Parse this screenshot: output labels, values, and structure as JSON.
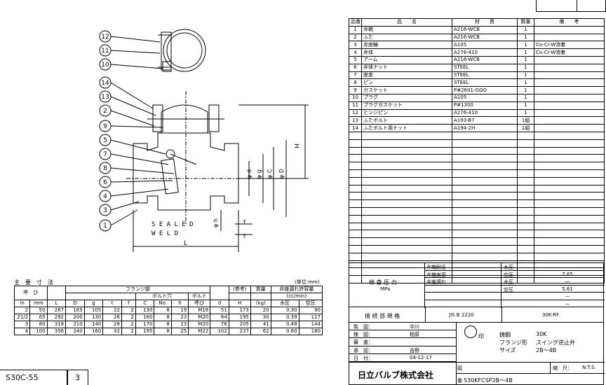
{
  "parts_table": {
    "headers": [
      "品番",
      "品　　名",
      "材　　質",
      "数量",
      "備　　考"
    ],
    "rows": [
      [
        "1",
        "弁箱",
        "A216-WCB",
        "1",
        ""
      ],
      [
        "2",
        "ふた",
        "A216-WCB",
        "1",
        ""
      ],
      [
        "3",
        "弁座輪",
        "A105",
        "1",
        "Co-Cr-W溶着"
      ],
      [
        "4",
        "弁体",
        "A276-410",
        "1",
        "Co-Cr-W溶着"
      ],
      [
        "5",
        "アーム",
        "A216-WCB",
        "1",
        ""
      ],
      [
        "6",
        "弁体ナット",
        "STEEL",
        "1",
        ""
      ],
      [
        "7",
        "座金",
        "STEEL",
        "1",
        ""
      ],
      [
        "8",
        "ピン",
        "STEEL",
        "1",
        ""
      ],
      [
        "9",
        "ガスケット",
        "P#2601-GGO",
        "1",
        ""
      ],
      [
        "10",
        "プラグ",
        "A105",
        "1",
        ""
      ],
      [
        "11",
        "プラグガスケット",
        "P#1300",
        "1",
        ""
      ],
      [
        "12",
        "ヒンジピン",
        "A276-410",
        "1",
        ""
      ],
      [
        "13",
        "ふたボルト",
        "A193-B7",
        "1組",
        ""
      ],
      [
        "14",
        "ふたボルト用ナット",
        "A194-2H",
        "1組",
        ""
      ]
    ],
    "empty_rows": 20
  },
  "inspection": {
    "label": "検 査 圧 力",
    "unit": "MPa",
    "rows": [
      {
        "item": "弁箱耐圧",
        "medium": "水圧",
        "value": ""
      },
      {
        "item": "弁箱気密",
        "medium": "空圧",
        "value": "7.65"
      },
      {
        "item": "弁座漏れ",
        "medium": "水圧",
        "value": "—"
      },
      {
        "item": "",
        "medium": "空圧",
        "value": "5.61"
      },
      {
        "item": "",
        "medium": "",
        "value": "—"
      },
      {
        "item": "",
        "medium": "",
        "value": "—"
      }
    ]
  },
  "connection": {
    "label": "接 続 部 規 格",
    "standard": "JIS B 2220",
    "value": "30K-RF"
  },
  "title_block": {
    "rows": [
      {
        "role": "製　図：",
        "name": "中川"
      },
      {
        "role": "検　図：",
        "name": "相原"
      },
      {
        "role": "審　査：",
        "name": ""
      },
      {
        "role": "承　認：",
        "name": "吉野"
      },
      {
        "role": "日　付：",
        "name": "04-12-17"
      }
    ],
    "mark": "印",
    "product": {
      "material": "鋳鋼",
      "rating": "30K",
      "type_label": "フランジ形",
      "type": "スイング逆止弁",
      "size_label": "サイズ",
      "size": "2B～4B"
    },
    "company": "日立バルブ株式会社",
    "drawing_label": "図",
    "number_label": "番",
    "drawing_number": "S30KFCSP2B～4B",
    "scale_label": "縮　尺：",
    "scale": "N.T.S."
  },
  "dimensions": {
    "title": "主　要　寸　法",
    "unit_note": "(単位:mm)",
    "group_flange": "フランジ部",
    "group_bolt": "ボルト穴",
    "bolt_label": "ボルト",
    "bolt_sub": "呼び",
    "ref_label": "(参考)",
    "mass_label": "質量",
    "leak_label": "弁座漏れ許容量",
    "leak_unit": "(cc/min)",
    "nominal_label": "呼　び",
    "cols": [
      "in",
      "mm",
      "L",
      "D",
      "g",
      "t",
      "f",
      "C",
      "No.",
      "h",
      "呼び",
      "d",
      "H",
      "(kg)",
      "水圧",
      "空圧"
    ],
    "rows": [
      [
        "2",
        "50",
        "267",
        "165",
        "105",
        "22",
        "2",
        "130",
        "8",
        "19",
        "M16",
        "51",
        "173",
        "20",
        "0.30",
        "90"
      ],
      [
        "21/2",
        "65",
        "292",
        "200",
        "130",
        "26",
        "2",
        "160",
        "8",
        "23",
        "M20",
        "64",
        "195",
        "30",
        "0.39",
        "117"
      ],
      [
        "3",
        "80",
        "318",
        "210",
        "140",
        "28",
        "2",
        "170",
        "8",
        "23",
        "M20",
        "76",
        "205",
        "41",
        "0.48",
        "144"
      ],
      [
        "4",
        "100",
        "356",
        "240",
        "160",
        "32",
        "2",
        "195",
        "8",
        "25",
        "M22",
        "102",
        "237",
        "62",
        "0.60",
        "180"
      ]
    ]
  },
  "drawing": {
    "callouts": [
      "12",
      "11",
      "10",
      "14",
      "13",
      "2",
      "9",
      "5",
      "7",
      "8",
      "6",
      "4",
      "3",
      "1"
    ],
    "sealed": "S E A L E D",
    "weld": "W E L D",
    "dim_labels": {
      "L": "L",
      "H": "H",
      "d": "φ d",
      "g": "φ g",
      "C": "φ C",
      "D": "φ D",
      "h": "φ h",
      "f": "f",
      "t": "t"
    }
  },
  "footer": {
    "code": "S30C-55",
    "page": "3"
  }
}
